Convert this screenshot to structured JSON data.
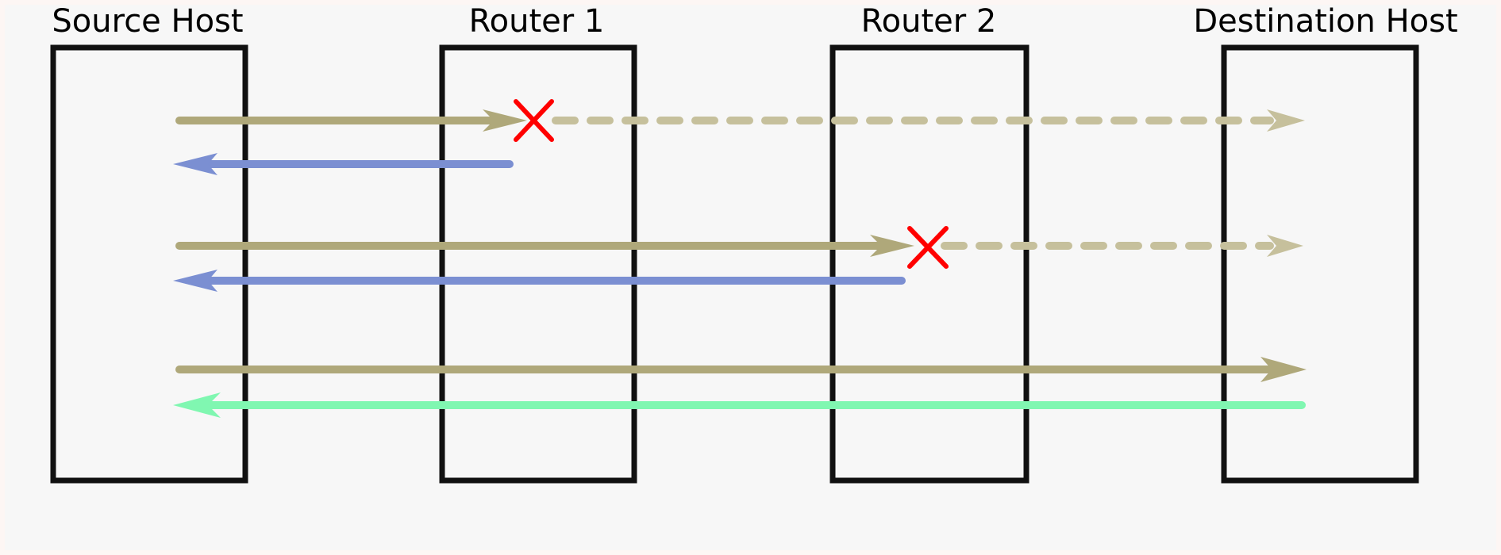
{
  "diagram": {
    "nodes": [
      {
        "id": "source-host",
        "label": "Source Host"
      },
      {
        "id": "router-1",
        "label": "Router 1"
      },
      {
        "id": "router-2",
        "label": "Router 2"
      },
      {
        "id": "destination-host",
        "label": "Destination Host"
      }
    ],
    "colors": {
      "background": "#f7f7f7",
      "node_border": "#111111",
      "outgoing": "#afa87a",
      "outgoing_dropped": "#c6c09c",
      "reply_intermediate": "#7b8fd2",
      "reply_destination": "#80f7b1",
      "drop_marker": "#ff0000"
    },
    "exchanges": [
      {
        "probe": "source-host→router-1 (dropped, continues dashed to destination-host)",
        "reply": "router-1→source-host"
      },
      {
        "probe": "source-host→router-2 (dropped, continues dashed to destination-host)",
        "reply": "router-2→source-host"
      },
      {
        "probe": "source-host→destination-host",
        "reply": "destination-host→source-host"
      }
    ]
  }
}
